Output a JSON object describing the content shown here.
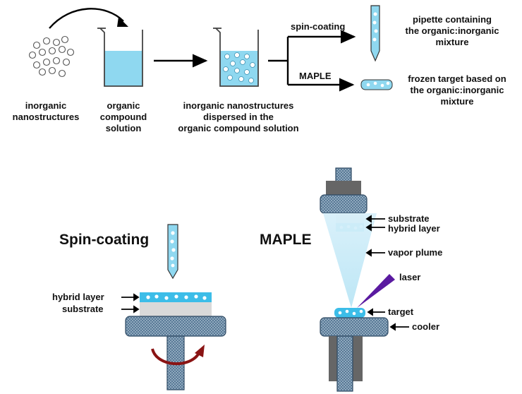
{
  "top": {
    "inorganic_label": [
      "inorganic",
      "nanostructures"
    ],
    "organic_label": [
      "organic",
      "compound",
      "solution"
    ],
    "dispersed_label": [
      "inorganic nanostructures",
      "dispersed in the",
      "organic compound solution"
    ],
    "branch_spin": "spin-coating",
    "branch_maple": "MAPLE",
    "pipette_label": [
      "pipette containing",
      "the organic:inorganic",
      "mixture"
    ],
    "frozen_label": [
      "frozen target based on",
      "the organic:inorganic",
      "mixture"
    ]
  },
  "spin": {
    "title": "Spin-coating",
    "hybrid_layer": "hybrid layer",
    "substrate": "substrate"
  },
  "maple": {
    "title": "MAPLE",
    "substrate": "substrate",
    "hybrid_layer": "hybrid layer",
    "vapor_plume": "vapor plume",
    "laser": "laser",
    "target": "target",
    "cooler": "cooler"
  },
  "colors": {
    "solution": "#8fd8f0",
    "solution_dark": "#3cbde8",
    "plate": "#7e9fb8",
    "substrate": "#d9d9d9",
    "laser": "#5a1aa0",
    "rotation_arrow": "#8a1414",
    "plume": "#c6e9f6"
  }
}
